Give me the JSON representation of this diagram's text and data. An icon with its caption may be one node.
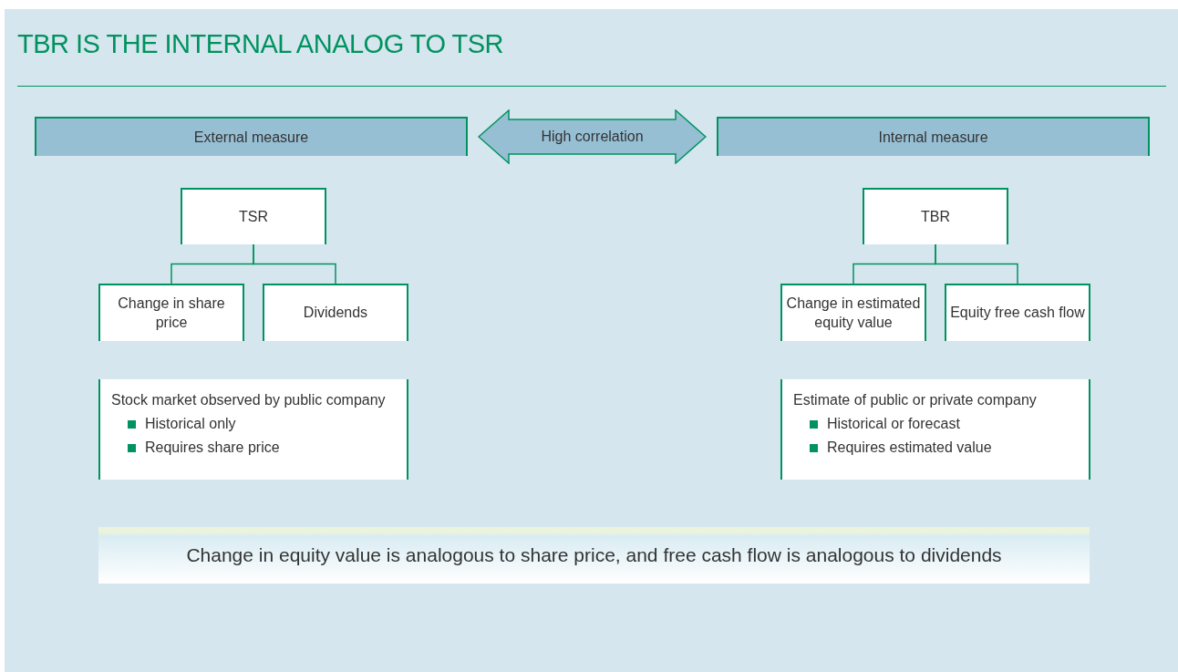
{
  "diagram": {
    "title": "TBR IS THE INTERNAL ANALOG TO TSR",
    "nodes": [
      {
        "text": [
          "External measure"
        ]
      },
      {
        "text": [
          "High correlation"
        ]
      },
      {
        "text": [
          "Internal measure"
        ]
      },
      {
        "text": [
          "TSR"
        ]
      },
      {
        "text": [
          "Change in share price"
        ]
      },
      {
        "text": [
          "Dividends"
        ]
      },
      {
        "text": [
          "Stock market observed by public company",
          "Historical only",
          "Requires share price"
        ]
      },
      {
        "text": [
          "TBR"
        ]
      },
      {
        "text": [
          "Change in estimated equity value"
        ]
      },
      {
        "text": [
          "Equity free cash flow"
        ]
      },
      {
        "text": [
          "Estimate of public or private company",
          "Historical or forecast",
          "Requires estimated value"
        ]
      },
      {
        "text": [
          "Change in equity value is analogous to share price, and free cash flow is analogous to dividends"
        ]
      }
    ],
    "edges": [
      {
        "from": 3,
        "to": 4,
        "arrow": "none"
      },
      {
        "from": 3,
        "to": 5,
        "arrow": "none"
      },
      {
        "from": 7,
        "to": 8,
        "arrow": "none"
      },
      {
        "from": 7,
        "to": 9,
        "arrow": "none"
      }
    ]
  }
}
